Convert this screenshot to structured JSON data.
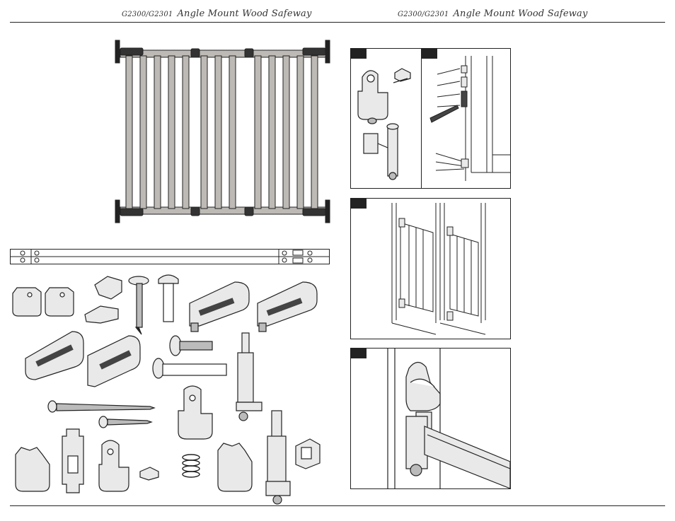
{
  "header": {
    "left": {
      "code": "G2300/G2301",
      "title": "Angle Mount Wood Safeway"
    },
    "right": {
      "code": "G2300/G2301",
      "title": "Angle Mount Wood Safeway"
    }
  },
  "colors": {
    "line": "#222222",
    "wood": "#bdbab6",
    "wood_dark": "#8f8b86",
    "plastic": "#e9e9e9",
    "hardware": "#444444",
    "tag": "#222222"
  },
  "illustrations": [
    {
      "name": "assembled-gate",
      "icon": "gate-icon"
    },
    {
      "name": "rail-bars",
      "icon": "rail-icon"
    },
    {
      "name": "parts-kit",
      "icon": "parts-icon"
    },
    {
      "name": "step-panel-1a",
      "icon": "bracket-icon"
    },
    {
      "name": "step-panel-1b",
      "icon": "mounting-icon"
    },
    {
      "name": "step-panel-2",
      "icon": "doorway-icon"
    },
    {
      "name": "step-panel-3",
      "icon": "hinge-icon"
    }
  ]
}
